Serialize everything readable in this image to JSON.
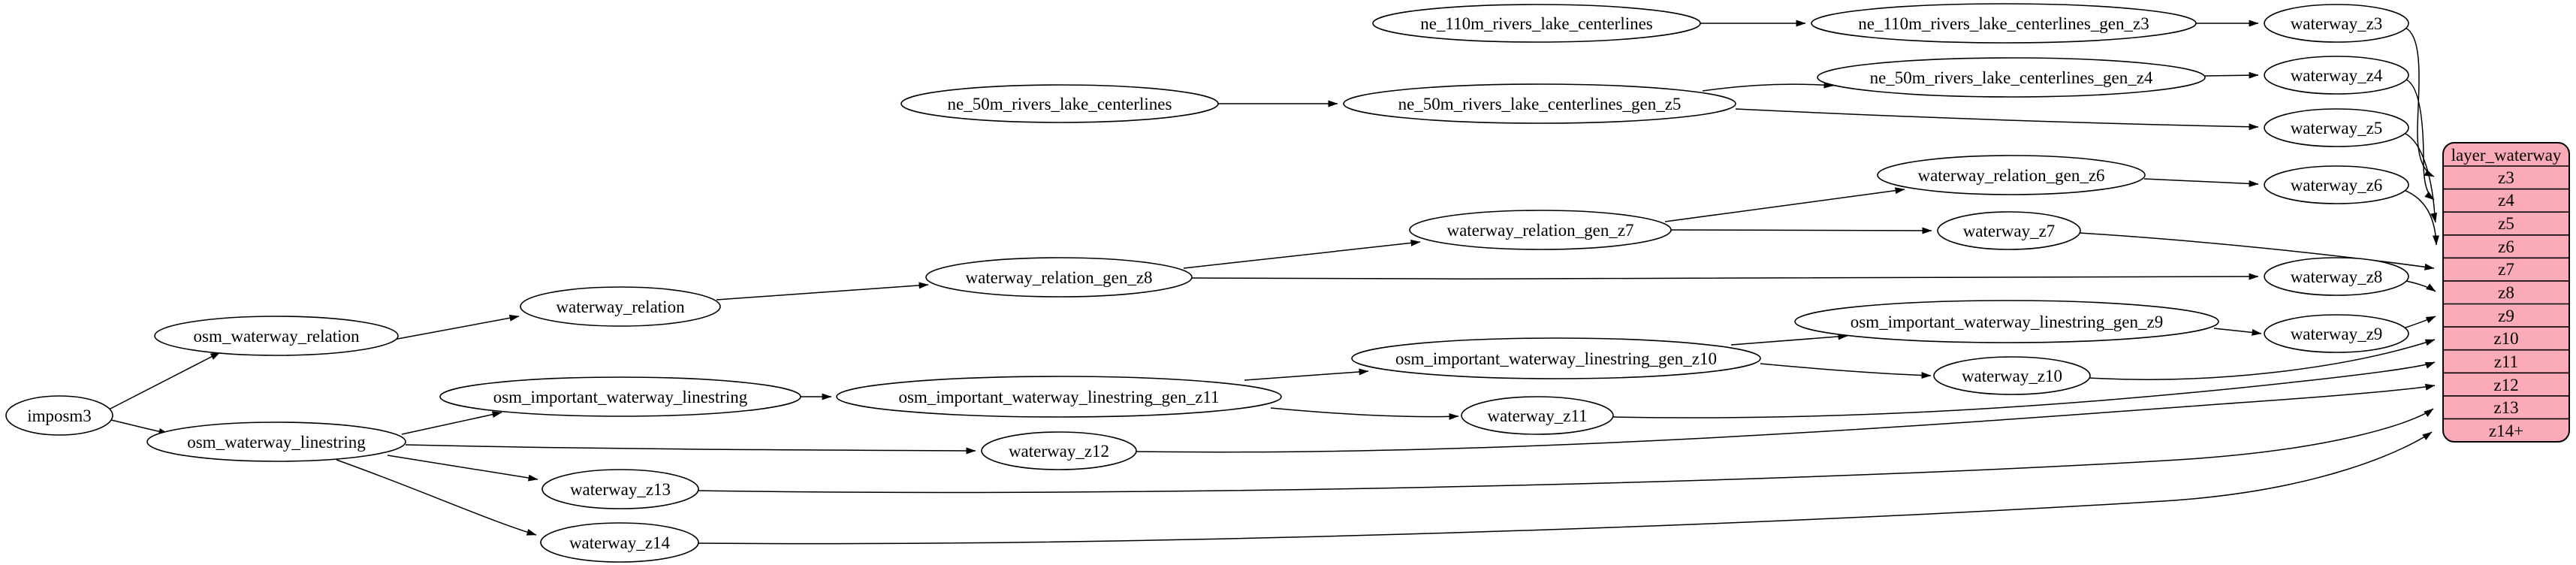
{
  "diagram": {
    "background": "#ffffff",
    "node_fill": "#ffffff",
    "node_stroke": "#000000",
    "edge_color": "#000000"
  },
  "nodes": [
    {
      "id": "imposm3",
      "label": "imposm3"
    },
    {
      "id": "osm_waterway_relation",
      "label": "osm_waterway_relation"
    },
    {
      "id": "osm_waterway_linestring",
      "label": "osm_waterway_linestring"
    },
    {
      "id": "waterway_relation",
      "label": "waterway_relation"
    },
    {
      "id": "waterway_relation_gen_z8",
      "label": "waterway_relation_gen_z8"
    },
    {
      "id": "waterway_relation_gen_z7",
      "label": "waterway_relation_gen_z7"
    },
    {
      "id": "waterway_relation_gen_z6",
      "label": "waterway_relation_gen_z6"
    },
    {
      "id": "osm_important_waterway_linestring",
      "label": "osm_important_waterway_linestring"
    },
    {
      "id": "osm_important_waterway_linestring_gen_z11",
      "label": "osm_important_waterway_linestring_gen_z11"
    },
    {
      "id": "osm_important_waterway_linestring_gen_z10",
      "label": "osm_important_waterway_linestring_gen_z10"
    },
    {
      "id": "osm_important_waterway_linestring_gen_z9",
      "label": "osm_important_waterway_linestring_gen_z9"
    },
    {
      "id": "ne_110m_rivers_lake_centerlines",
      "label": "ne_110m_rivers_lake_centerlines"
    },
    {
      "id": "ne_110m_rivers_lake_centerlines_gen_z3",
      "label": "ne_110m_rivers_lake_centerlines_gen_z3"
    },
    {
      "id": "ne_50m_rivers_lake_centerlines",
      "label": "ne_50m_rivers_lake_centerlines"
    },
    {
      "id": "ne_50m_rivers_lake_centerlines_gen_z5",
      "label": "ne_50m_rivers_lake_centerlines_gen_z5"
    },
    {
      "id": "ne_50m_rivers_lake_centerlines_gen_z4",
      "label": "ne_50m_rivers_lake_centerlines_gen_z4"
    },
    {
      "id": "waterway_z3",
      "label": "waterway_z3"
    },
    {
      "id": "waterway_z4",
      "label": "waterway_z4"
    },
    {
      "id": "waterway_z5",
      "label": "waterway_z5"
    },
    {
      "id": "waterway_z6",
      "label": "waterway_z6"
    },
    {
      "id": "waterway_z7",
      "label": "waterway_z7"
    },
    {
      "id": "waterway_z8",
      "label": "waterway_z8"
    },
    {
      "id": "waterway_z9",
      "label": "waterway_z9"
    },
    {
      "id": "waterway_z10",
      "label": "waterway_z10"
    },
    {
      "id": "waterway_z11",
      "label": "waterway_z11"
    },
    {
      "id": "waterway_z12",
      "label": "waterway_z12"
    },
    {
      "id": "waterway_z13",
      "label": "waterway_z13"
    },
    {
      "id": "waterway_z14",
      "label": "waterway_z14"
    }
  ],
  "table": {
    "title": "layer_waterway",
    "rows": [
      "z3",
      "z4",
      "z5",
      "z6",
      "z7",
      "z8",
      "z9",
      "z10",
      "z11",
      "z12",
      "z13",
      "z14+"
    ],
    "fill": "#fbaab8",
    "stroke": "#000000"
  },
  "edges": [
    {
      "from": "imposm3",
      "to": "osm_waterway_relation"
    },
    {
      "from": "imposm3",
      "to": "osm_waterway_linestring"
    },
    {
      "from": "osm_waterway_relation",
      "to": "waterway_relation"
    },
    {
      "from": "waterway_relation",
      "to": "waterway_relation_gen_z8"
    },
    {
      "from": "waterway_relation_gen_z8",
      "to": "waterway_relation_gen_z7"
    },
    {
      "from": "waterway_relation_gen_z8",
      "to": "waterway_z8"
    },
    {
      "from": "waterway_relation_gen_z7",
      "to": "waterway_relation_gen_z6"
    },
    {
      "from": "waterway_relation_gen_z7",
      "to": "waterway_z7"
    },
    {
      "from": "waterway_relation_gen_z6",
      "to": "waterway_z6"
    },
    {
      "from": "ne_110m_rivers_lake_centerlines",
      "to": "ne_110m_rivers_lake_centerlines_gen_z3"
    },
    {
      "from": "ne_110m_rivers_lake_centerlines_gen_z3",
      "to": "waterway_z3"
    },
    {
      "from": "ne_50m_rivers_lake_centerlines",
      "to": "ne_50m_rivers_lake_centerlines_gen_z5"
    },
    {
      "from": "ne_50m_rivers_lake_centerlines_gen_z5",
      "to": "ne_50m_rivers_lake_centerlines_gen_z4"
    },
    {
      "from": "ne_50m_rivers_lake_centerlines_gen_z5",
      "to": "waterway_z5"
    },
    {
      "from": "ne_50m_rivers_lake_centerlines_gen_z4",
      "to": "waterway_z4"
    },
    {
      "from": "osm_waterway_linestring",
      "to": "osm_important_waterway_linestring"
    },
    {
      "from": "osm_waterway_linestring",
      "to": "waterway_z12"
    },
    {
      "from": "osm_waterway_linestring",
      "to": "waterway_z13"
    },
    {
      "from": "osm_waterway_linestring",
      "to": "waterway_z14"
    },
    {
      "from": "osm_important_waterway_linestring",
      "to": "osm_important_waterway_linestring_gen_z11"
    },
    {
      "from": "osm_important_waterway_linestring_gen_z11",
      "to": "osm_important_waterway_linestring_gen_z10"
    },
    {
      "from": "osm_important_waterway_linestring_gen_z11",
      "to": "waterway_z11"
    },
    {
      "from": "osm_important_waterway_linestring_gen_z10",
      "to": "osm_important_waterway_linestring_gen_z9"
    },
    {
      "from": "osm_important_waterway_linestring_gen_z10",
      "to": "waterway_z10"
    },
    {
      "from": "osm_important_waterway_linestring_gen_z9",
      "to": "waterway_z9"
    },
    {
      "from": "waterway_z3",
      "to": "layer_waterway.z3"
    },
    {
      "from": "waterway_z4",
      "to": "layer_waterway.z4"
    },
    {
      "from": "waterway_z5",
      "to": "layer_waterway.z5"
    },
    {
      "from": "waterway_z6",
      "to": "layer_waterway.z6"
    },
    {
      "from": "waterway_z7",
      "to": "layer_waterway.z7"
    },
    {
      "from": "waterway_z8",
      "to": "layer_waterway.z8"
    },
    {
      "from": "waterway_z9",
      "to": "layer_waterway.z9"
    },
    {
      "from": "waterway_z10",
      "to": "layer_waterway.z10"
    },
    {
      "from": "waterway_z11",
      "to": "layer_waterway.z11"
    },
    {
      "from": "waterway_z12",
      "to": "layer_waterway.z12"
    },
    {
      "from": "waterway_z13",
      "to": "layer_waterway.z13"
    },
    {
      "from": "waterway_z14",
      "to": "layer_waterway.z14+"
    }
  ]
}
